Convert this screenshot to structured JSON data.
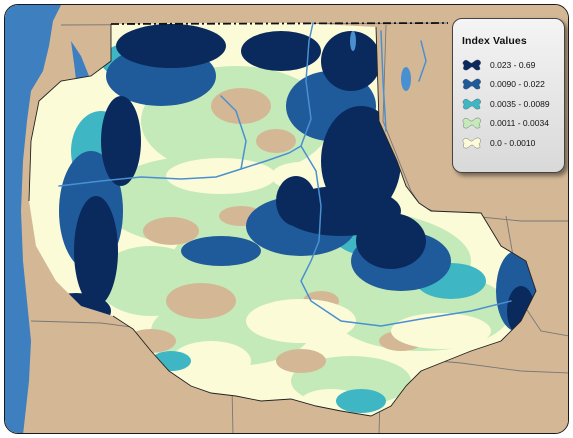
{
  "legend": {
    "title": "Index Values",
    "classes": [
      {
        "label": "0.023 - 0.69",
        "color": "#0a2a5e"
      },
      {
        "label": "0.0090 - 0.022",
        "color": "#1f5a9a"
      },
      {
        "label": "0.0035 - 0.0089",
        "color": "#3fb6c3"
      },
      {
        "label": "0.0011 - 0.0034",
        "color": "#c4eab9"
      },
      {
        "label": "0.0 - 0.0010",
        "color": "#fbfbd8"
      }
    ]
  },
  "colors": {
    "background_land": "#d4b896",
    "ocean": "#3d7fbf",
    "water": "#4a8fd0",
    "boundary": "#777777",
    "basin_outline": "#222222",
    "frame": "#1a1a1a"
  },
  "icons": {
    "legend_swatch": "blob-swatch-icon"
  }
}
